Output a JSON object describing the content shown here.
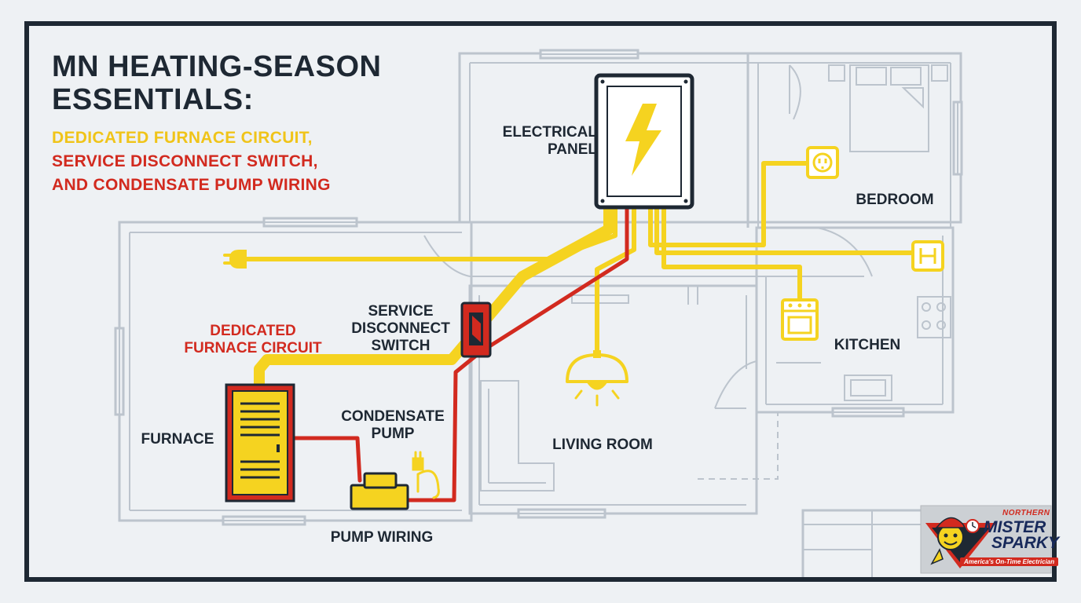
{
  "title": {
    "line1": "MN HEATING-SEASON",
    "line2": "ESSENTIALS:"
  },
  "subtitle": {
    "line1": "DEDICATED FURNACE CIRCUIT,",
    "line2": "SERVICE DISCONNECT SWITCH,",
    "line3": "AND CONDENSATE PUMP WIRING"
  },
  "labels": {
    "electrical_panel": {
      "line1": "ELECTRICAL",
      "line2": "PANEL"
    },
    "bedroom": "BEDROOM",
    "kitchen": "KITCHEN",
    "living_room": "LIVING ROOM",
    "furnace": "FURNACE",
    "service_disconnect": {
      "line1": "SERVICE",
      "line2": "DISCONNECT",
      "line3": "SWITCH"
    },
    "dedicated_circuit": {
      "line1": "DEDICATED",
      "line2": "FURNACE CIRCUIT"
    },
    "condensate_pump": {
      "line1": "CONDENSATE",
      "line2": "PUMP"
    },
    "pump_wiring": "PUMP WIRING"
  },
  "logo": {
    "top": "NORTHERN",
    "name_line1": "Mister",
    "name_line2": "Sparky",
    "tagline": "America's On-Time Electrician"
  },
  "icons": [
    "lightning-bolt-icon",
    "plug-icon",
    "outlet-icon",
    "stove-icon",
    "pendant-lamp-icon",
    "toggle-switch-icon",
    "mascot-icon"
  ],
  "colors": {
    "background": "#eef1f4",
    "frame": "#1e2833",
    "floorplan": "#bcc4cd",
    "wire_yellow": "#f5d320",
    "wire_red": "#d22a1f",
    "title_text": "#1e2833"
  }
}
